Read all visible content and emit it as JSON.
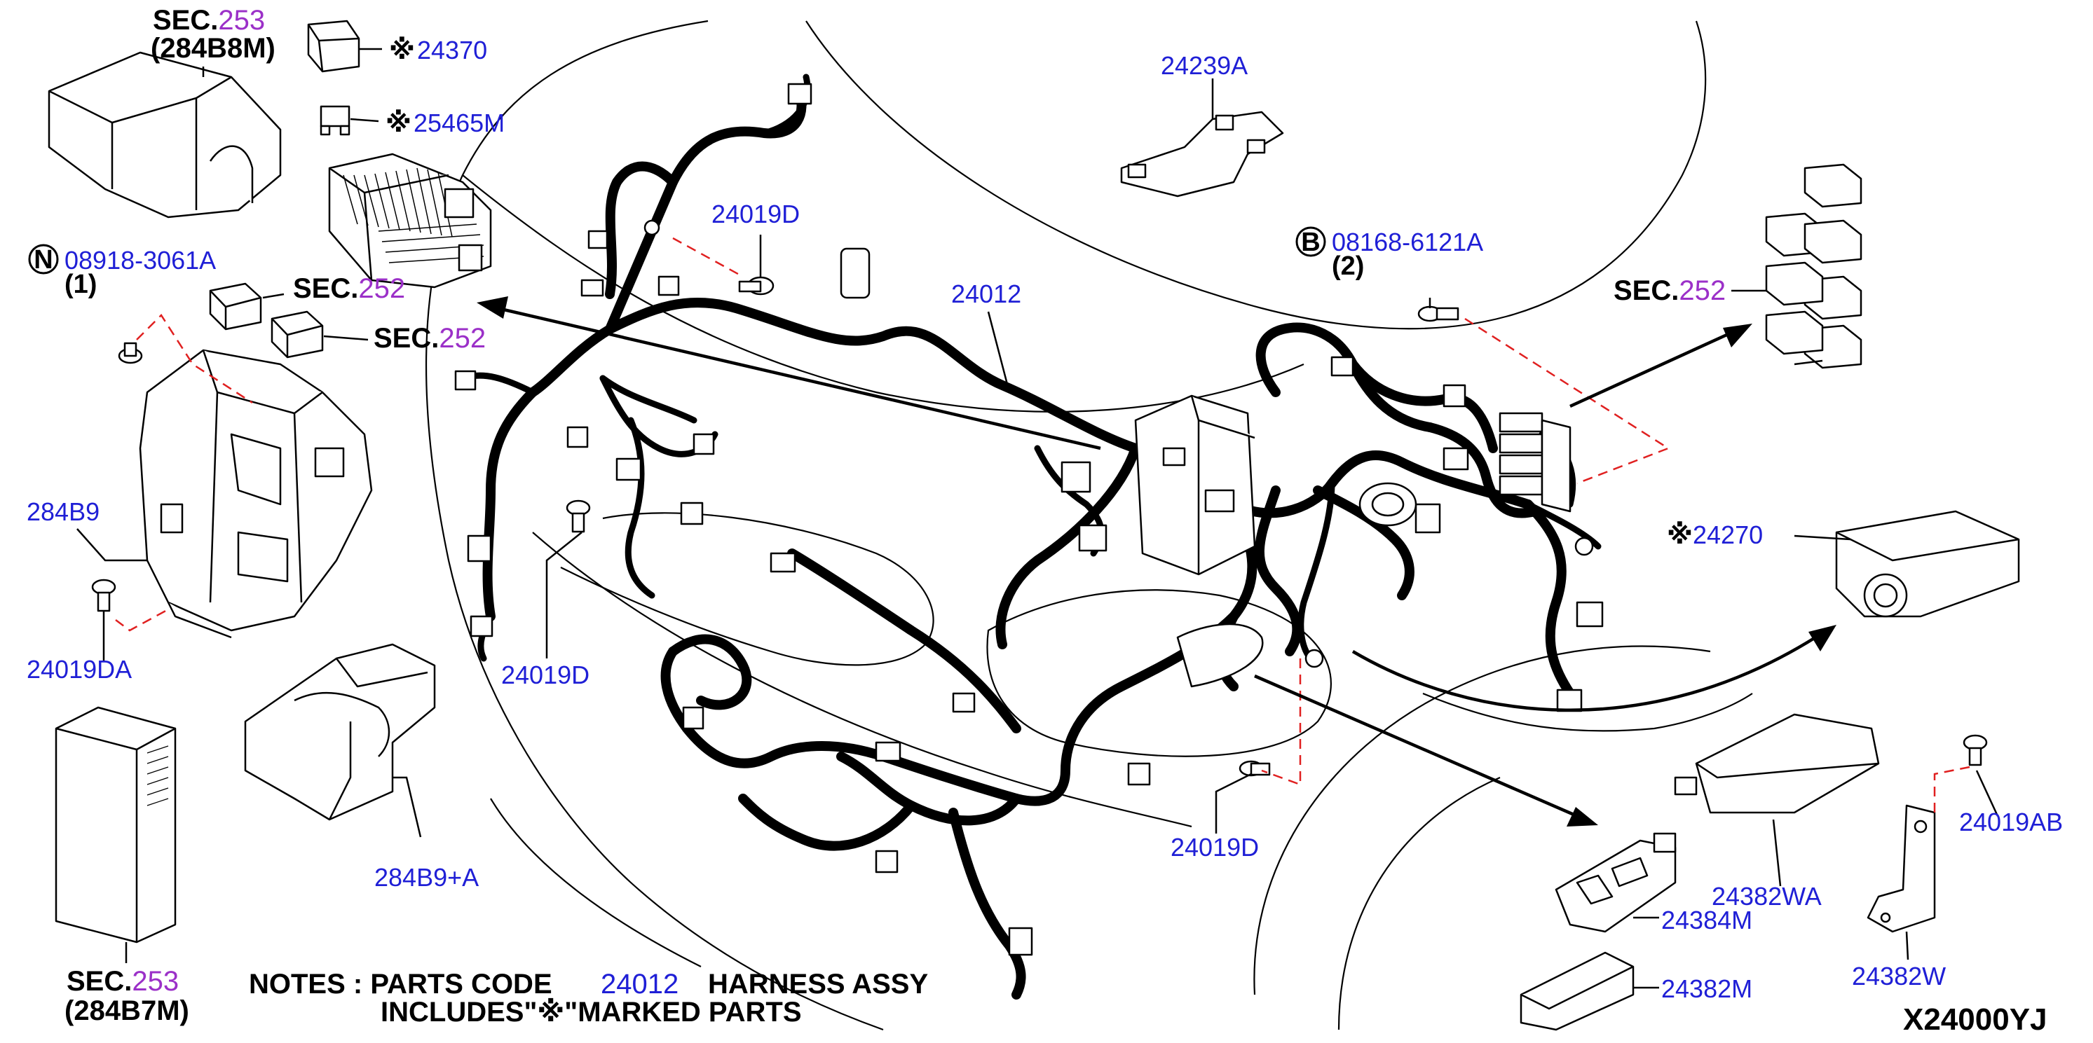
{
  "labels": {
    "sec253_top": "SEC.",
    "sec253_top_num": "253",
    "sec253_top_code": "(284B8M)",
    "p24370": "24370",
    "p25465M": "25465M",
    "n_part": "08918-3061A",
    "n_part_qty": "(1)",
    "n_symbol": "N",
    "sec252_a": "SEC.",
    "sec252_a_num": "252",
    "sec252_b": "SEC.",
    "sec252_b_num": "252",
    "p284B9": "284B9",
    "p24019DA": "24019DA",
    "sec253_bot": "SEC.",
    "sec253_bot_num": "253",
    "sec253_bot_code": "(284B7M)",
    "p284B9A": "284B9+A",
    "p24019D_top": "24019D",
    "p24019D_mid": "24019D",
    "p24019D_low": "24019D",
    "p24012": "24012",
    "p24239A": "24239A",
    "b_part": "08168-6121A",
    "b_part_qty": "(2)",
    "b_symbol": "B",
    "sec252_right": "SEC.",
    "sec252_right_num": "252",
    "p24270": "24270",
    "p24382WA": "24382WA",
    "p24384M": "24384M",
    "p24382M": "24382M",
    "p24019AB": "24019AB",
    "p24382W": "24382W",
    "asterisk": "※"
  },
  "notes": {
    "line1_prefix": "NOTES : PARTS CODE",
    "line1_code": "24012",
    "line1_suffix": "HARNESS ASSY",
    "line2": "INCLUDES\"※\"MARKED PARTS"
  },
  "diagram_code": "X24000YJ",
  "colors": {
    "part_number": "#1f1fd6",
    "section_number": "#9b30c8",
    "dashed_leader": "#e02020"
  }
}
